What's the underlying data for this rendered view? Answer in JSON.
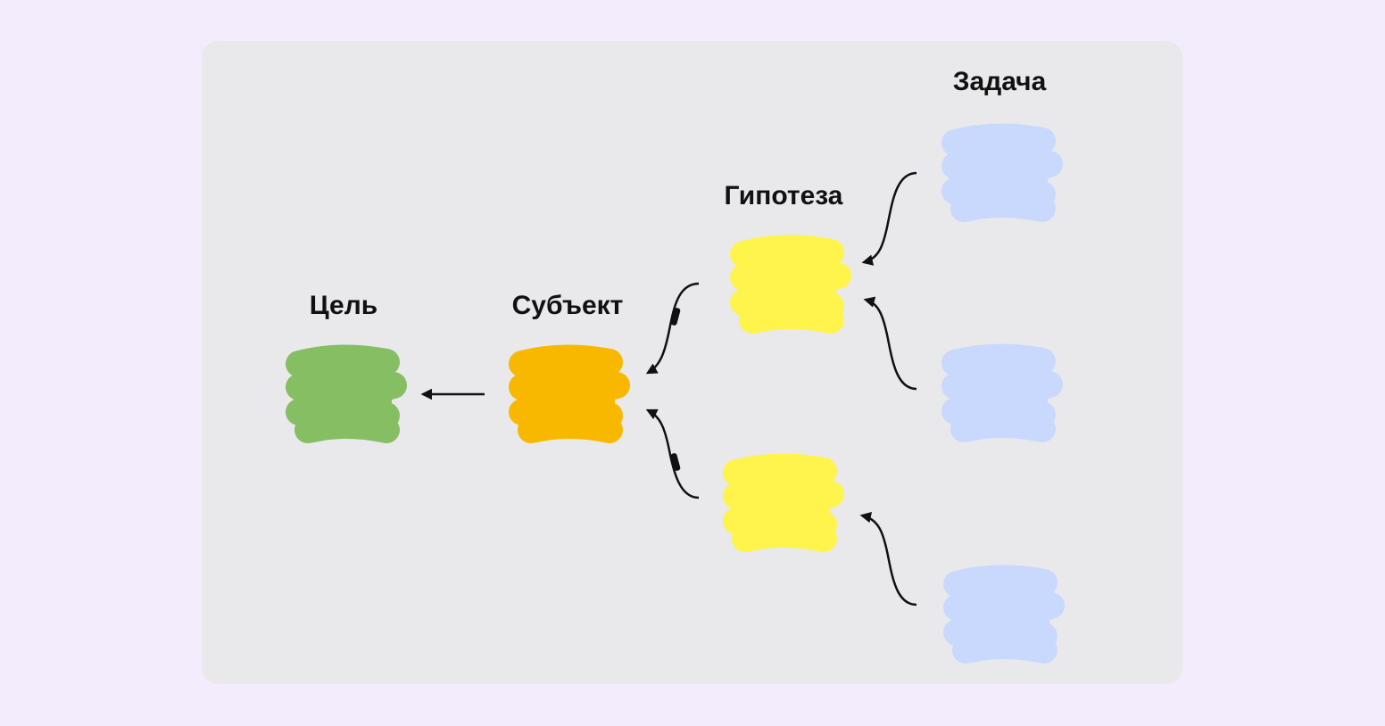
{
  "labels": {
    "goal": "Цель",
    "subject": "Субъект",
    "hypothesis": "Гипотеза",
    "task": "Задача"
  },
  "colors": {
    "background": "#f3ecfc",
    "panel": "#e9e9ec",
    "goal": "#86bf63",
    "subject": "#f9b800",
    "hypothesis": "#fef44b",
    "task": "#c9d9fd",
    "arrow": "#111111"
  },
  "nodes": [
    {
      "id": "goal",
      "role": "goal"
    },
    {
      "id": "subject",
      "role": "subject"
    },
    {
      "id": "hypothesis-1",
      "role": "hypothesis"
    },
    {
      "id": "hypothesis-2",
      "role": "hypothesis"
    },
    {
      "id": "task-1",
      "role": "task"
    },
    {
      "id": "task-2",
      "role": "task"
    },
    {
      "id": "task-3",
      "role": "task"
    }
  ],
  "edges": [
    {
      "from": "subject",
      "to": "goal"
    },
    {
      "from": "hypothesis-1",
      "to": "subject"
    },
    {
      "from": "hypothesis-2",
      "to": "subject"
    },
    {
      "from": "task-1",
      "to": "hypothesis-1"
    },
    {
      "from": "task-2",
      "to": "hypothesis-1"
    },
    {
      "from": "task-3",
      "to": "hypothesis-2"
    }
  ]
}
